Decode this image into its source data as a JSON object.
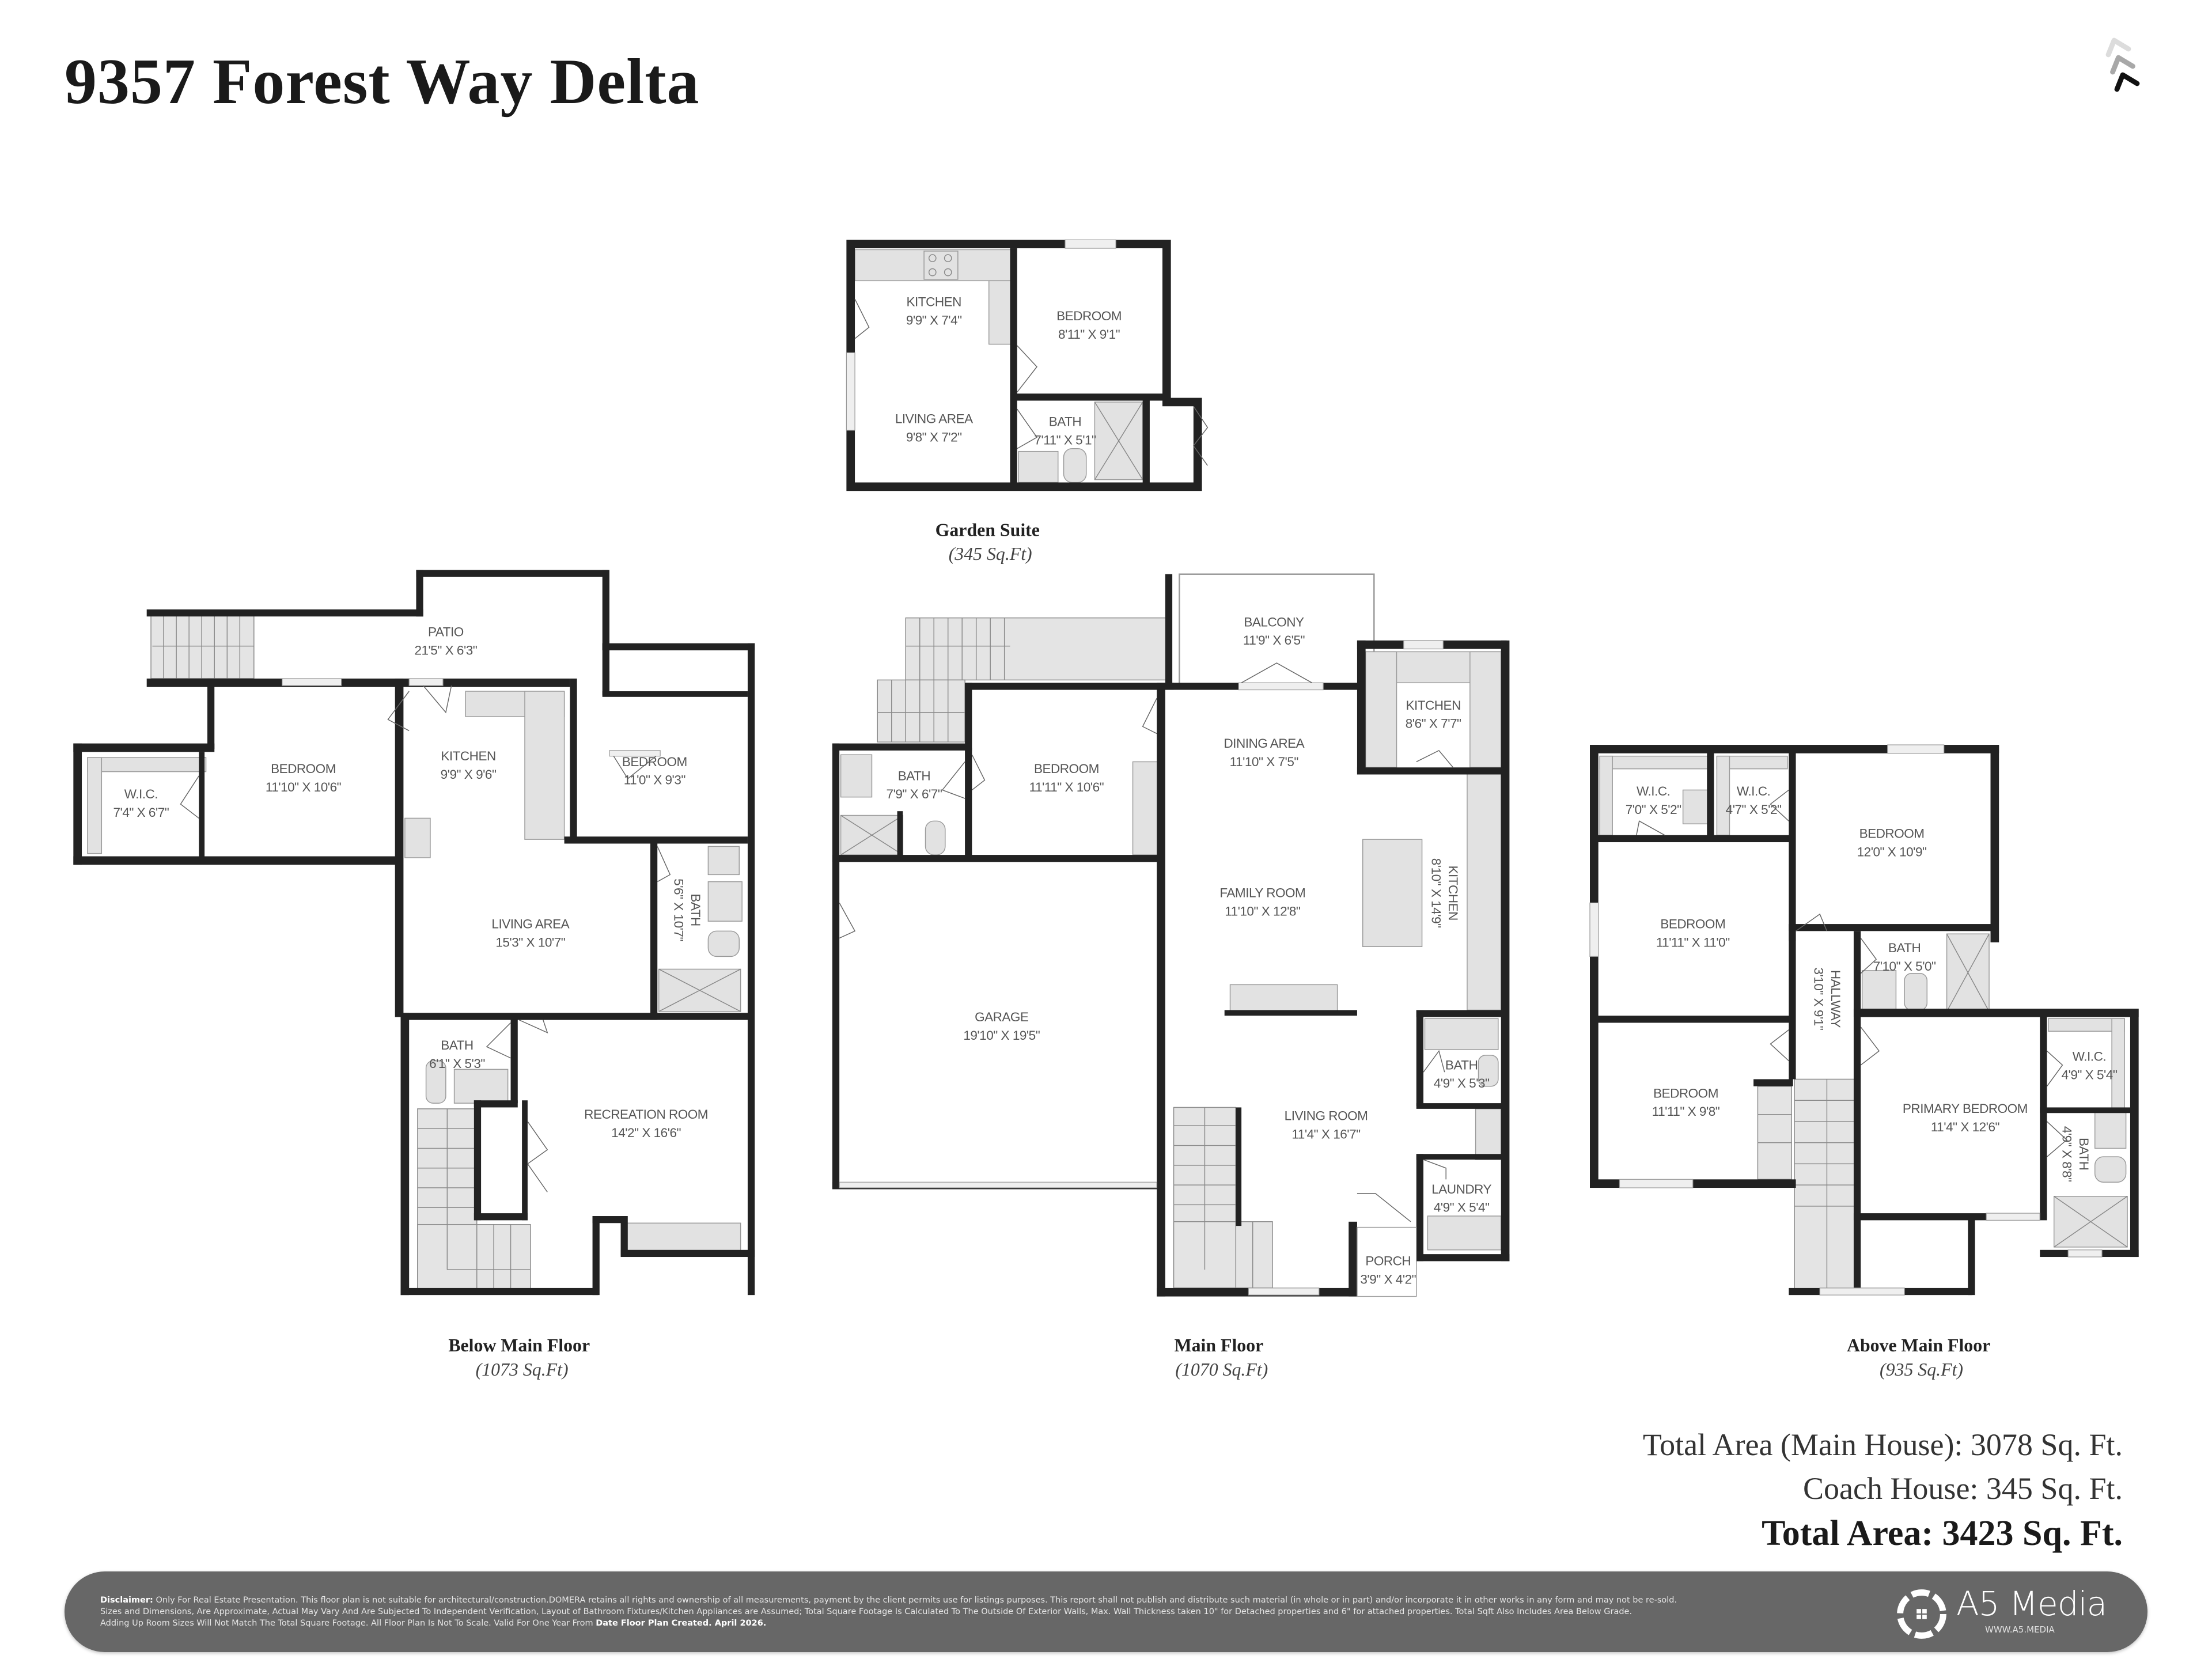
{
  "header": {
    "title": "9357 Forest Way Delta",
    "compass_icon": "north-arrow-icon"
  },
  "floors": {
    "garden_suite": {
      "name": "Garden Suite",
      "area": "(345 Sq.Ft)",
      "rooms": [
        {
          "name": "KITCHEN",
          "dims": "9'9\" X 7'4\""
        },
        {
          "name": "BEDROOM",
          "dims": "8'11\" X 9'1\""
        },
        {
          "name": "LIVING AREA",
          "dims": "9'8\" X 7'2\""
        },
        {
          "name": "BATH",
          "dims": "7'11\" X 5'1\""
        }
      ]
    },
    "below_main": {
      "name": "Below Main Floor",
      "area": "(1073 Sq.Ft)",
      "rooms": [
        {
          "name": "PATIO",
          "dims": "21'5\" X 6'3\""
        },
        {
          "name": "W.I.C.",
          "dims": "7'4\" X 6'7\""
        },
        {
          "name": "BEDROOM",
          "dims": "11'10\" X 10'6\""
        },
        {
          "name": "KITCHEN",
          "dims": "9'9\" X 9'6\""
        },
        {
          "name": "BEDROOM",
          "dims": "11'0\" X 9'3\""
        },
        {
          "name": "LIVING AREA",
          "dims": "15'3\" X 10'7\""
        },
        {
          "name": "BATH",
          "dims": "5'6\" X 10'7\""
        },
        {
          "name": "BATH",
          "dims": "6'1\" X 5'3\""
        },
        {
          "name": "RECREATION ROOM",
          "dims": "14'2\" X 16'6\""
        }
      ]
    },
    "main": {
      "name": "Main Floor",
      "area": "(1070 Sq.Ft)",
      "rooms": [
        {
          "name": "BALCONY",
          "dims": "11'9\" X 6'5\""
        },
        {
          "name": "KITCHEN",
          "dims": "8'6\" X 7'7\""
        },
        {
          "name": "BATH",
          "dims": "7'9\" X 6'7\""
        },
        {
          "name": "BEDROOM",
          "dims": "11'11\" X 10'6\""
        },
        {
          "name": "DINING AREA",
          "dims": "11'10\" X 7'5\""
        },
        {
          "name": "FAMILY ROOM",
          "dims": "11'10\" X 12'8\""
        },
        {
          "name": "KITCHEN",
          "dims": "8'10\" X 14'9\""
        },
        {
          "name": "GARAGE",
          "dims": "19'10\" X 19'5\""
        },
        {
          "name": "BATH",
          "dims": "4'9\" X 5'3\""
        },
        {
          "name": "LIVING ROOM",
          "dims": "11'4\" X 16'7\""
        },
        {
          "name": "LAUNDRY",
          "dims": "4'9\" X 5'4\""
        },
        {
          "name": "PORCH",
          "dims": "3'9\" X 4'2\""
        }
      ]
    },
    "above_main": {
      "name": "Above Main Floor",
      "area": "(935 Sq.Ft)",
      "rooms": [
        {
          "name": "W.I.C.",
          "dims": "7'0\" X 5'2\""
        },
        {
          "name": "W.I.C.",
          "dims": "4'7\" X 5'2\""
        },
        {
          "name": "BEDROOM",
          "dims": "12'0\" X 10'9\""
        },
        {
          "name": "BEDROOM",
          "dims": "11'11\" X 11'0\""
        },
        {
          "name": "BATH",
          "dims": "7'10\" X 5'0\""
        },
        {
          "name": "HALLWAY",
          "dims": "3'10\" X 9'1\""
        },
        {
          "name": "BEDROOM",
          "dims": "11'11\" X 9'8\""
        },
        {
          "name": "PRIMARY BEDROOM",
          "dims": "11'4\" X 12'6\""
        },
        {
          "name": "W.I.C.",
          "dims": "4'9\" X 5'4\""
        },
        {
          "name": "BATH",
          "dims": "4'9\" X 8'8\""
        }
      ]
    }
  },
  "totals": {
    "main_house": "Total Area (Main House): 3078 Sq. Ft.",
    "coach_house": "Coach House: 345 Sq. Ft.",
    "total": "Total Area: 3423 Sq. Ft."
  },
  "footer": {
    "disclaimer_label": "Disclaimer:",
    "disclaimer_line1": "Only For Real Estate Presentation. This floor plan is not suitable for architectural/construction.DOMERA retains all rights and ownership of all measurements, payment by the client permits use for listings purposes. This report shall not publish and distribute such material (in whole or in part) and/or incorporate it in other works in any form and may not be re-sold.",
    "disclaimer_line2": "Sizes and Dimensions, Are Approximate, Actual May Vary And Are Subjected To Independent Verification, Layout of Bathroom Fixtures/Kitchen Appliances are Assumed; Total Square Footage Is Calculated To The Outside Of Exterior Walls, Max. Wall Thickness taken 10\" for Detached properties and 6\" for attached properties. Total Sqft Also Includes Area Below Grade.",
    "disclaimer_line3": "Adding Up Room Sizes Will Not Match The Total Square Footage. All Floor Plan Is Not To Scale. Valid For One Year From",
    "disclaimer_date": "Date Floor Plan Created. April 2026.",
    "brand_name": "A5 Media",
    "brand_url": "WWW.A5.MEDIA",
    "brand_icon": "camera-aperture-house-icon"
  },
  "colors": {
    "wall": "#222222",
    "fixture": "#e2e2e2",
    "footer_bg": "#676767",
    "text": "#1a1a1a"
  }
}
